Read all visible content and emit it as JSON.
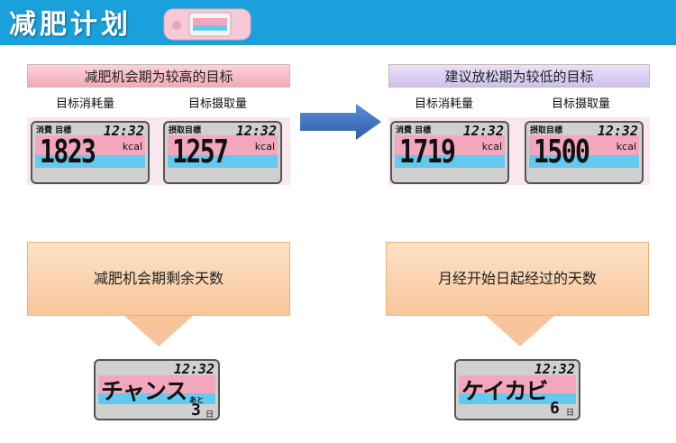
{
  "title": "减肥计划",
  "left_section": {
    "header": "减肥机会期为较高的目标",
    "label_consume": "目标消耗量",
    "label_intake": "目标摄取量",
    "lcd_consume": {
      "label": "消費  目標",
      "time": "12:32",
      "value": "1823",
      "unit": "kcal"
    },
    "lcd_intake": {
      "label": "摂取目標",
      "time": "12:32",
      "value": "1257",
      "unit": "kcal"
    }
  },
  "right_section": {
    "header": "建议放松期为较低的目标",
    "label_consume": "目标消耗量",
    "label_intake": "目标摄取量",
    "lcd_consume": {
      "label": "消費  目標",
      "time": "12:32",
      "value": "1719",
      "unit": "kcal"
    },
    "lcd_intake": {
      "label": "摂取目標",
      "time": "12:32",
      "value": "1500",
      "unit": "kcal"
    }
  },
  "bottom_left": {
    "box_text": "减肥机会期剩余天数",
    "lcd": {
      "time": "12:32",
      "word": "チャンス",
      "ato": "あと",
      "count": "3",
      "unit": "日"
    }
  },
  "bottom_right": {
    "box_text": "月经开始日起经过的天数",
    "lcd": {
      "time": "12:32",
      "word": "ケイカビ",
      "count": "6",
      "unit": "日"
    }
  },
  "colors": {
    "topbar": "#1aa1dc",
    "header_left": "#f4b6c2",
    "header_right": "#d9cdf0",
    "arrow": "#3b6fb6",
    "lcd_pink": "#f2a7bd",
    "lcd_blue": "#62c9ef"
  }
}
